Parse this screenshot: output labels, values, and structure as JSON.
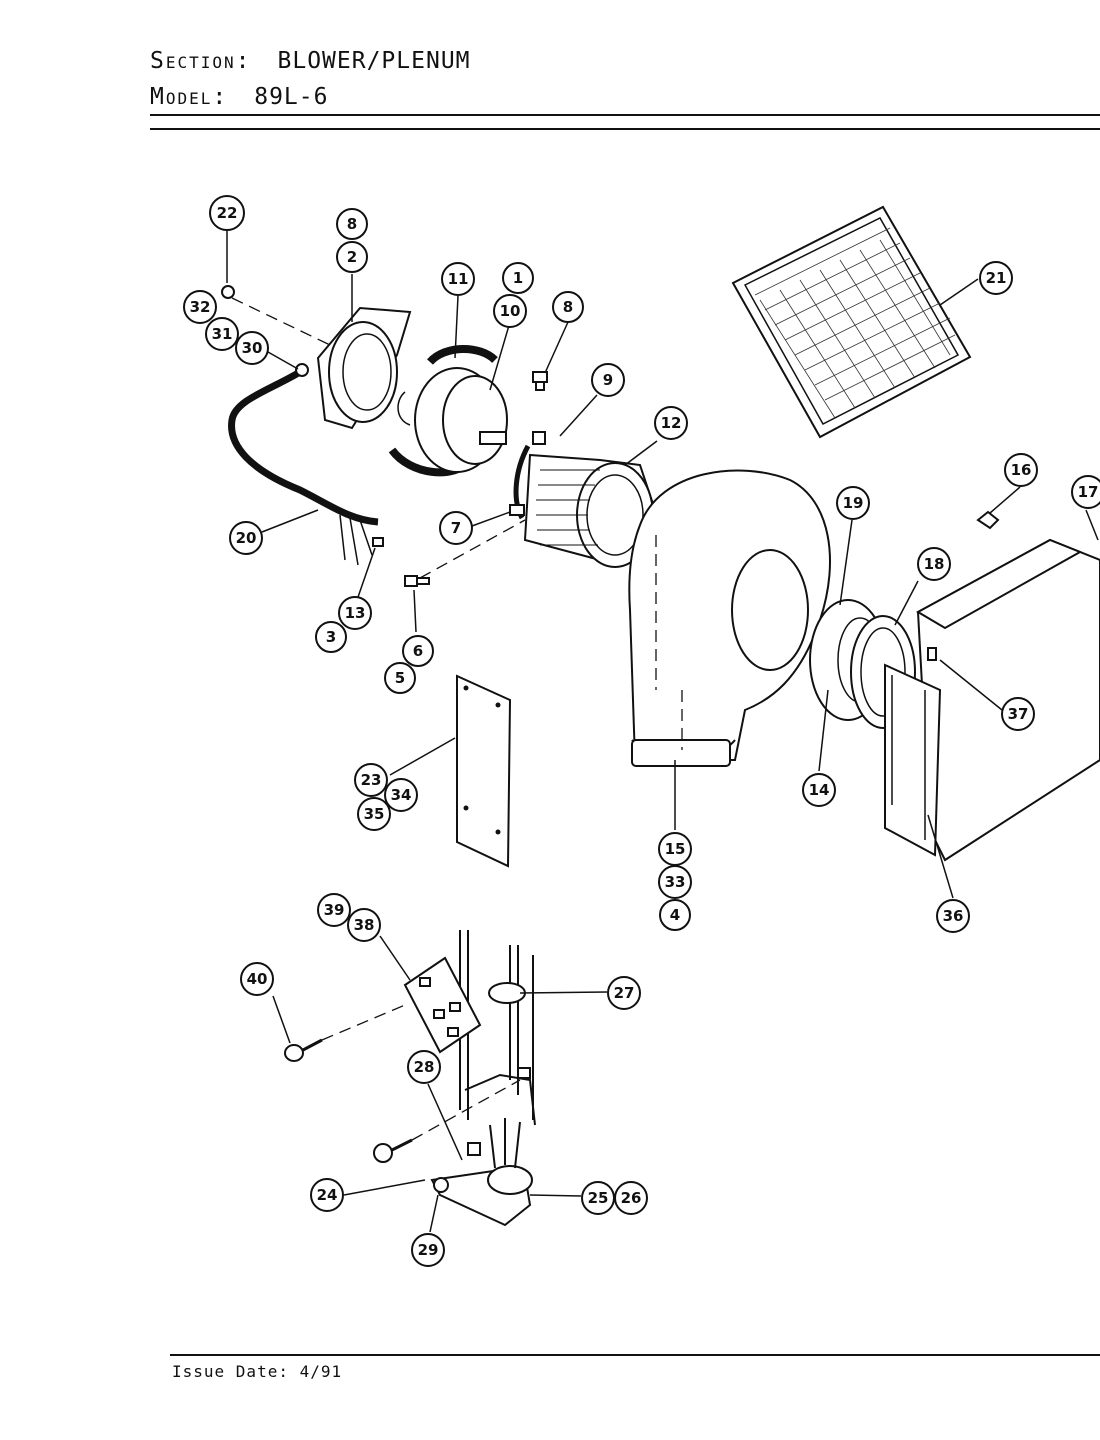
{
  "header": {
    "section_key": "Section:",
    "section_value": "BLOWER/PLENUM",
    "model_key": "Model:",
    "model_value": "89L-6"
  },
  "footer": {
    "issue_date": "Issue Date: 4/91"
  },
  "callouts": [
    "22",
    "8",
    "2",
    "11",
    "1",
    "10",
    "8",
    "32",
    "31",
    "30",
    "9",
    "12",
    "21",
    "16",
    "17",
    "19",
    "18",
    "7",
    "20",
    "13",
    "3",
    "6",
    "5",
    "37",
    "23",
    "34",
    "35",
    "14",
    "15",
    "33",
    "4",
    "36",
    "39",
    "38",
    "40",
    "27",
    "28",
    "24",
    "25",
    "26",
    "29"
  ]
}
